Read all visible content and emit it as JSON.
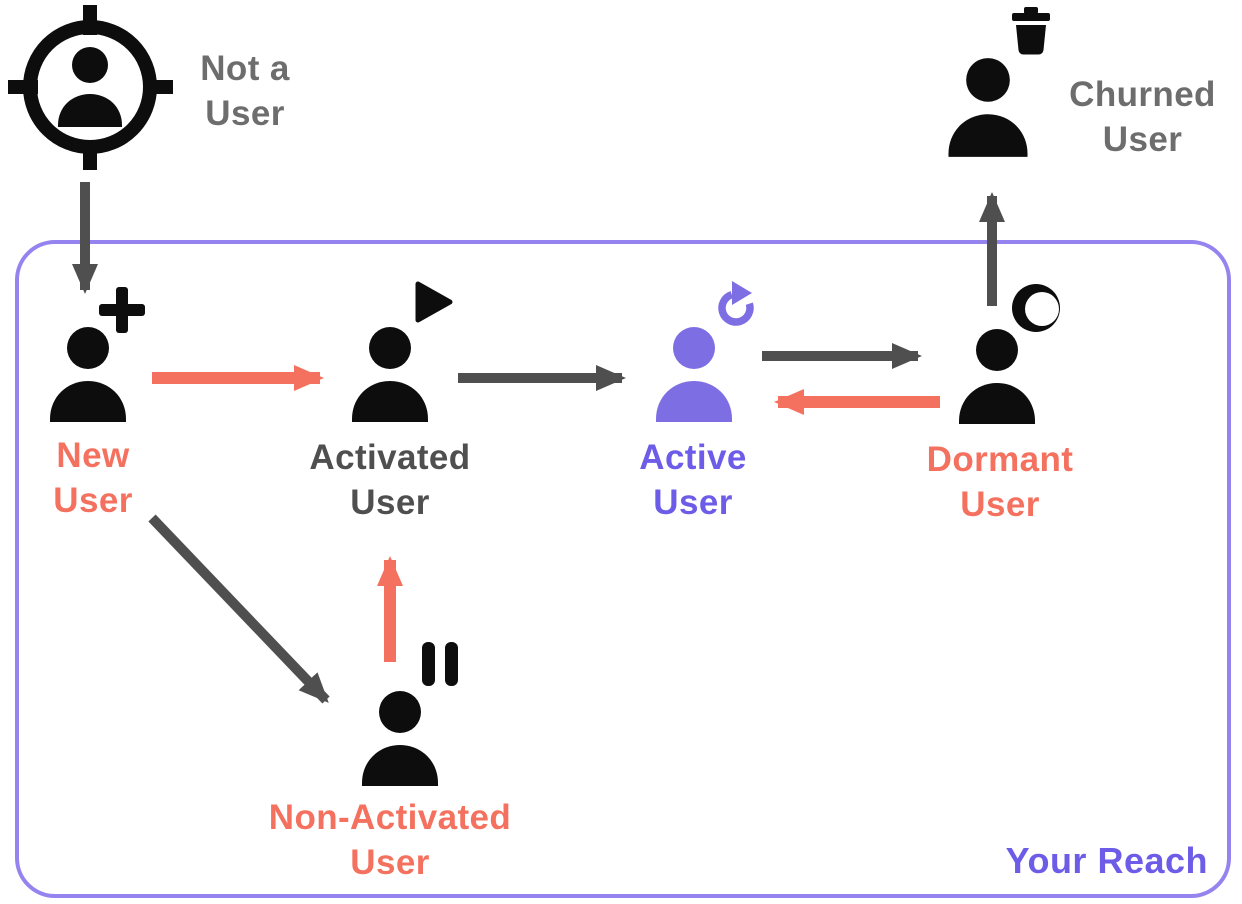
{
  "colors": {
    "coral": "#F4715F",
    "purple": "#6C5CE8",
    "purpleIcon": "#7D6EE4",
    "purpleBorder": "#9583F0",
    "dark": "#4F4F4F",
    "gray": "#6D6D6D",
    "black": "#0D0D0D"
  },
  "region": {
    "label": "Your Reach"
  },
  "nodes": {
    "not_a_user": {
      "label": "Not a\nUser",
      "color": "gray"
    },
    "new_user": {
      "label": "New\nUser",
      "color": "coral"
    },
    "activated_user": {
      "label": "Activated\nUser",
      "color": "dark"
    },
    "active_user": {
      "label": "Active\nUser",
      "color": "purple"
    },
    "dormant_user": {
      "label": "Dormant\nUser",
      "color": "coral"
    },
    "churned_user": {
      "label": "Churned\nUser",
      "color": "gray"
    },
    "non_activated_user": {
      "label": "Non-Activated\nUser",
      "color": "coral"
    }
  },
  "edges": [
    {
      "from": "not_a_user",
      "to": "new_user",
      "color": "dark"
    },
    {
      "from": "new_user",
      "to": "activated_user",
      "color": "coral"
    },
    {
      "from": "activated_user",
      "to": "active_user",
      "color": "dark"
    },
    {
      "from": "active_user",
      "to": "dormant_user",
      "color": "dark"
    },
    {
      "from": "dormant_user",
      "to": "active_user",
      "color": "coral"
    },
    {
      "from": "dormant_user",
      "to": "churned_user",
      "color": "dark"
    },
    {
      "from": "new_user",
      "to": "non_activated_user",
      "color": "dark"
    },
    {
      "from": "non_activated_user",
      "to": "activated_user",
      "color": "coral"
    }
  ]
}
